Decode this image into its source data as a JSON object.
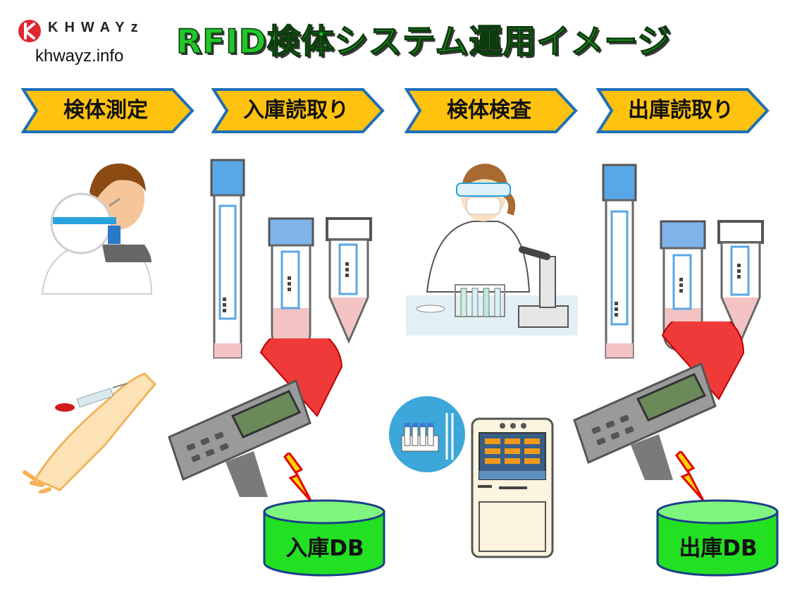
{
  "header": {
    "logo_text": "KHWAYz",
    "site": "khwayz.info",
    "title": "RFID検体システム運用イメージ"
  },
  "steps": [
    {
      "label": "検体測定"
    },
    {
      "label": "入庫読取り"
    },
    {
      "label": "検体検査"
    },
    {
      "label": "出庫読取り"
    }
  ],
  "databases": {
    "in": "入庫DB",
    "out": "出庫DB"
  },
  "colors": {
    "title_green": "#22c62a",
    "chevron_fill": "#ffc20e",
    "chevron_border": "#1f6fb8",
    "db_green": "#23e023",
    "reader_red": "#f03a3a",
    "tube_blue": "#5aa7e6"
  }
}
